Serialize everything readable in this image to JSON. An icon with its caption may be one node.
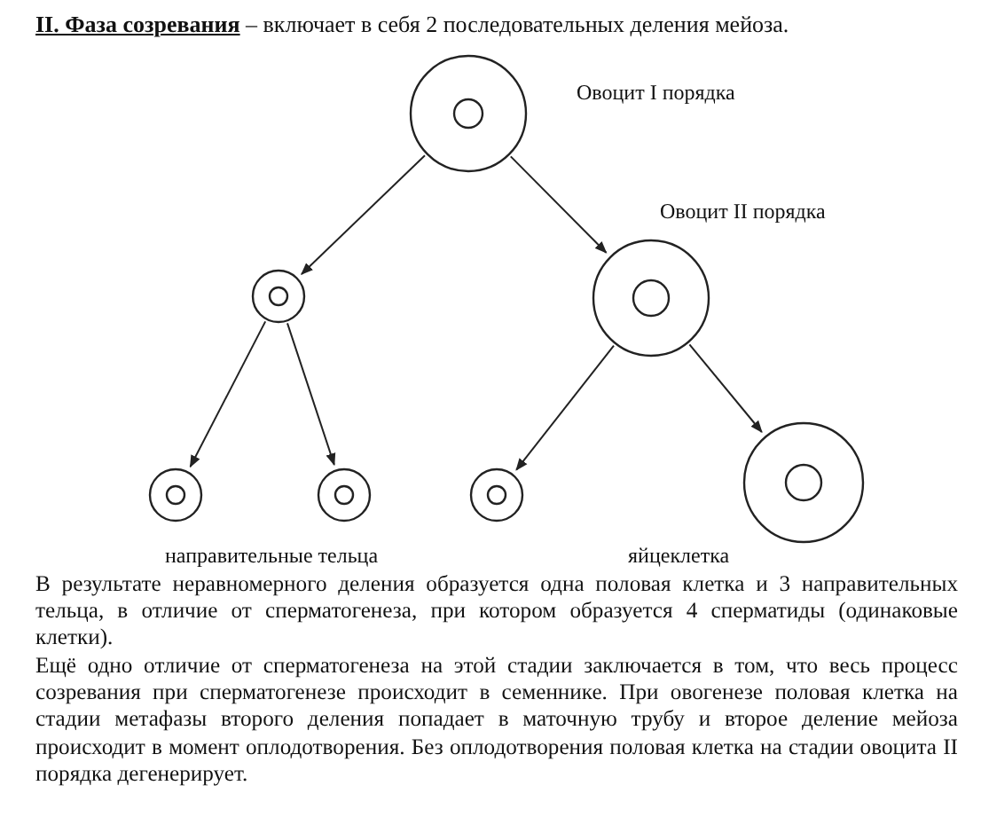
{
  "diagram": {
    "title": "**II. Фаза созревания** – включает в себя 2 последовательных деления мейоза.",
    "nodes": [
      {
        "text": [],
        "shape": "circle",
        "beside": [
          "Овоцит I порядка"
        ]
      },
      {
        "text": [],
        "shape": "circle"
      },
      {
        "text": [],
        "shape": "circle",
        "beside": [
          "Овоцит II порядка"
        ]
      },
      {
        "text": [],
        "shape": "circle"
      },
      {
        "text": [],
        "shape": "circle"
      },
      {
        "text": [],
        "shape": "circle"
      },
      {
        "text": [],
        "shape": "circle",
        "beside": [
          "яйцеклетка"
        ]
      }
    ],
    "edges": [
      {
        "from": 0,
        "to": 1,
        "arrow": "to"
      },
      {
        "from": 0,
        "to": 2,
        "arrow": "to"
      },
      {
        "from": 1,
        "to": 3,
        "arrow": "to"
      },
      {
        "from": 1,
        "to": 4,
        "arrow": "to"
      },
      {
        "from": 2,
        "to": 5,
        "arrow": "to"
      },
      {
        "from": 2,
        "to": 6,
        "arrow": "to"
      }
    ],
    "labels": [
      "направительные тельца",
      "В результате неравномерного деления образуется одна половая клетка и 3 направительных тельца, в отличие от сперматогенеза, при котором образуется 4 сперматиды (одинаковые клетки).",
      "Ещё одно отличие от сперматогенеза на этой стадии заключается в том, что весь процесс созревания при сперматогенезе происходит в семеннике. При овогенезе половая клетка на стадии метафазы второго деления попадает в маточную трубу и второе деление мейоза происходит в момент оплодотворения. Без оплодотворения половая клетка на стадии овоцита II порядка дегенерирует."
    ]
  }
}
